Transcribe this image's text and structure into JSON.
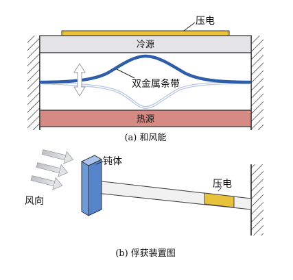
{
  "diagram_a": {
    "piezo_label": "压电",
    "cold_source_label": "冷源",
    "bimetal_strip_label": "双金属条带",
    "heat_source_label": "热源",
    "caption": "(a) 和风能"
  },
  "diagram_b": {
    "bluff_body_label": "钝体",
    "wind_direction_label": "风向",
    "piezo_label": "压电",
    "caption": "(b) 俘获装置图"
  },
  "colors": {
    "piezo": "#e8c23a",
    "cold_source": "#e4e4e6",
    "heat_source": "#d58a84",
    "bimetal_strip": "#2f5ea8",
    "bimetal_ghost": "#b9c6e2",
    "bluff_body": "#6f9ad8",
    "wind_arrows": "#cfd0d3"
  }
}
